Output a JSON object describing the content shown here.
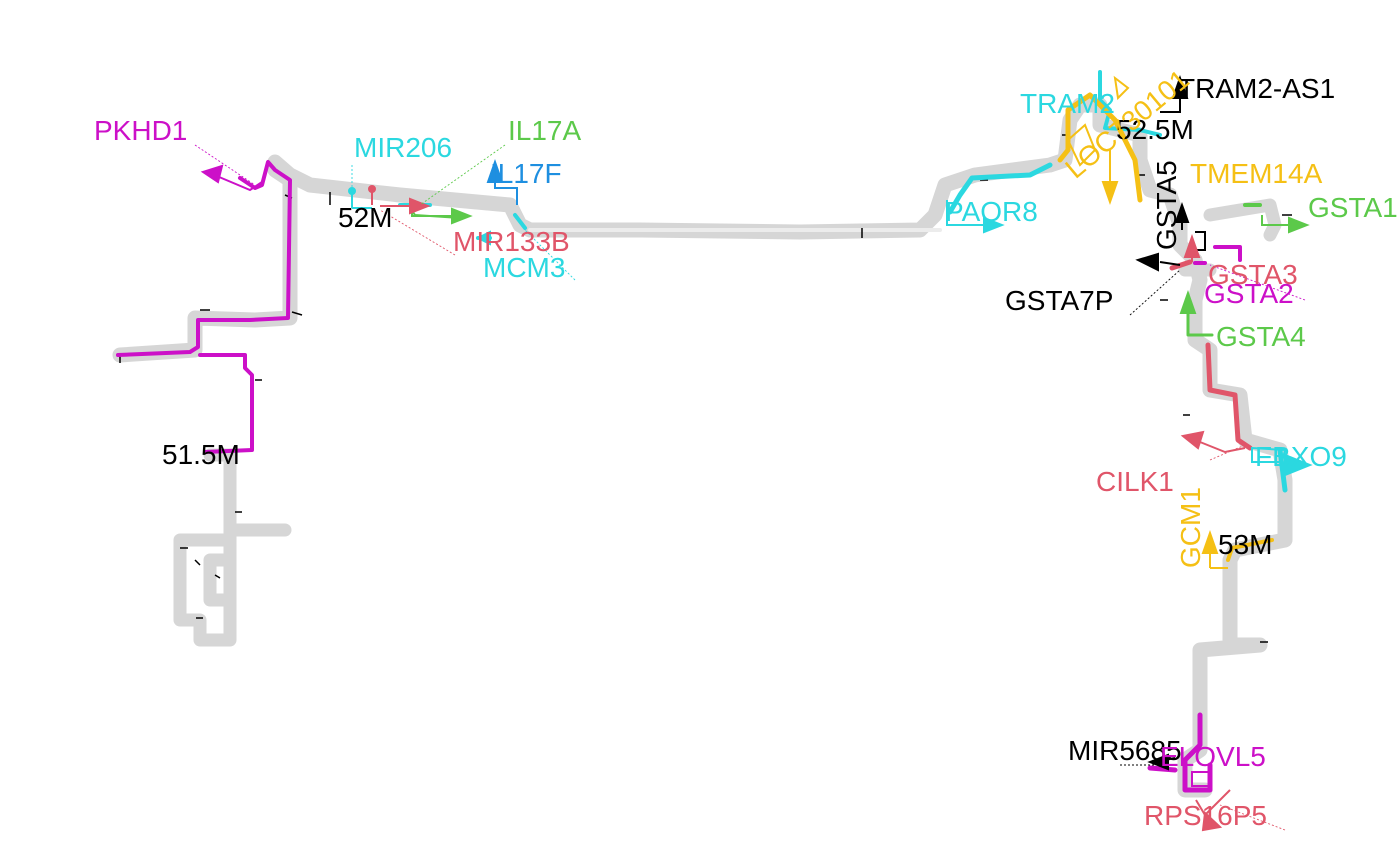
{
  "diagram": {
    "title": "",
    "colors": {
      "background": "#ffffff",
      "backbone": "#d3d3d3",
      "ticks": "#000000",
      "magenta": "#cc10c8",
      "cyan": "#2bd8e0",
      "green": "#5cc94a",
      "blue": "#1e8fe0",
      "red": "#e05569",
      "yellow": "#f5c015",
      "black": "#000000"
    },
    "position_labels": [
      {
        "id": "pos-51-5m",
        "text": "51.5M"
      },
      {
        "id": "pos-52m",
        "text": "52M"
      },
      {
        "id": "pos-52-5m",
        "text": "52.5M"
      },
      {
        "id": "pos-53m",
        "text": "53M"
      }
    ],
    "genes": [
      {
        "id": "pkhd1",
        "name": "PKHD1",
        "color": "magenta"
      },
      {
        "id": "mir206",
        "name": "MIR206",
        "color": "cyan"
      },
      {
        "id": "il17a",
        "name": "IL17A",
        "color": "green"
      },
      {
        "id": "il17f",
        "name": "IL17F",
        "color": "blue"
      },
      {
        "id": "mir133b",
        "name": "MIR133B",
        "color": "red"
      },
      {
        "id": "mcm3",
        "name": "MCM3",
        "color": "cyan"
      },
      {
        "id": "paqr8",
        "name": "PAQR8",
        "color": "cyan"
      },
      {
        "id": "tram2",
        "name": "TRAM2",
        "color": "cyan"
      },
      {
        "id": "tram2-as1",
        "name": "TRAM2-AS1",
        "color": "black"
      },
      {
        "id": "loc730101",
        "name": "LOC730101",
        "color": "yellow"
      },
      {
        "id": "tmem14a",
        "name": "TMEM14A",
        "color": "yellow"
      },
      {
        "id": "gsta5",
        "name": "GSTA5",
        "color": "black"
      },
      {
        "id": "gsta1",
        "name": "GSTA1",
        "color": "green"
      },
      {
        "id": "gsta3",
        "name": "GSTA3",
        "color": "red"
      },
      {
        "id": "gsta2",
        "name": "GSTA2",
        "color": "magenta"
      },
      {
        "id": "gsta7p",
        "name": "GSTA7P",
        "color": "black"
      },
      {
        "id": "gsta4",
        "name": "GSTA4",
        "color": "green"
      },
      {
        "id": "fbxo9",
        "name": "FBXO9",
        "color": "cyan"
      },
      {
        "id": "cilk1",
        "name": "CILK1",
        "color": "red"
      },
      {
        "id": "gcm1",
        "name": "GCM1",
        "color": "yellow"
      },
      {
        "id": "mir5685",
        "name": "MIR5685",
        "color": "black"
      },
      {
        "id": "elovl5",
        "name": "ELOVL5",
        "color": "magenta"
      },
      {
        "id": "rps16p5",
        "name": "RPS16P5",
        "color": "red"
      }
    ]
  }
}
